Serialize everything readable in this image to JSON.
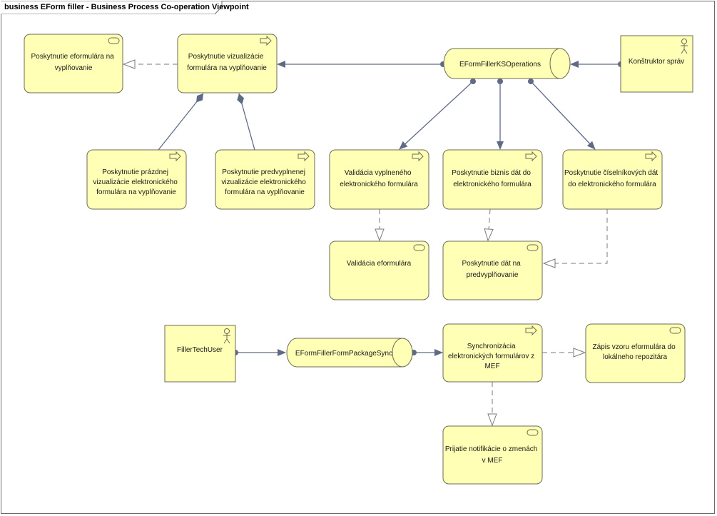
{
  "diagram": {
    "title": "business EForm filler - Business Process Co-operation Viewpoint",
    "colors": {
      "fill": "#ffffb5",
      "stroke": "#6b6b55",
      "edge": "#5f6a85"
    },
    "nodes": {
      "poskytnutie_eformulara": {
        "lines": [
          "Poskytnutie eformulára na",
          "vyplňovanie"
        ]
      },
      "poskytnutie_vizualizacie": {
        "lines": [
          "Poskytnutie vizualizácie",
          "formulára na vyplňovanie"
        ]
      },
      "eformfiller_ks_operations": {
        "lines": [
          "EFormFillerKSOperations"
        ]
      },
      "konstruktor_sprav": {
        "lines": [
          "Konštruktor správ"
        ]
      },
      "poskytnutie_prazdnej": {
        "lines": [
          "Poskytnutie prázdnej",
          "vizualizácie elektronického",
          "formulára na vyplňovanie"
        ]
      },
      "poskytnutie_predvyplnenej": {
        "lines": [
          "Poskytnutie predvyplnenej",
          "vizualizácie elektronického",
          "formulára na vyplňovanie"
        ]
      },
      "validacia_vyplneneho": {
        "lines": [
          "Validácia vyplneného",
          "elektronického formulára"
        ]
      },
      "poskytnutie_biznis_dat": {
        "lines": [
          "Poskytnutie biznis dát do",
          "elektronického formulára"
        ]
      },
      "poskytnutie_ciselnikovych": {
        "lines": [
          "Poskytnutie číselníkových dát",
          "do elektronického formulára"
        ]
      },
      "validacia_eformulara": {
        "lines": [
          "Validácia eformulára"
        ]
      },
      "poskytnutie_dat_predvyplnovanie": {
        "lines": [
          "Poskytnutie dát na",
          "predvyplňovanie"
        ]
      },
      "filler_tech_user": {
        "lines": [
          "FillerTechUser"
        ]
      },
      "eformfiller_form_package_sync": {
        "lines": [
          "EFormFillerFormPackageSync"
        ]
      },
      "synchronizacia": {
        "lines": [
          "Synchronizácia",
          "elektronických formulárov z",
          "MEF"
        ]
      },
      "zapis_vzoru": {
        "lines": [
          "Zápis vzoru eformulára do",
          "lokálneho repozitára"
        ]
      },
      "prijatie_notifikacie": {
        "lines": [
          "Prijatie notifikácie o zmenách",
          "v MEF"
        ]
      }
    }
  }
}
